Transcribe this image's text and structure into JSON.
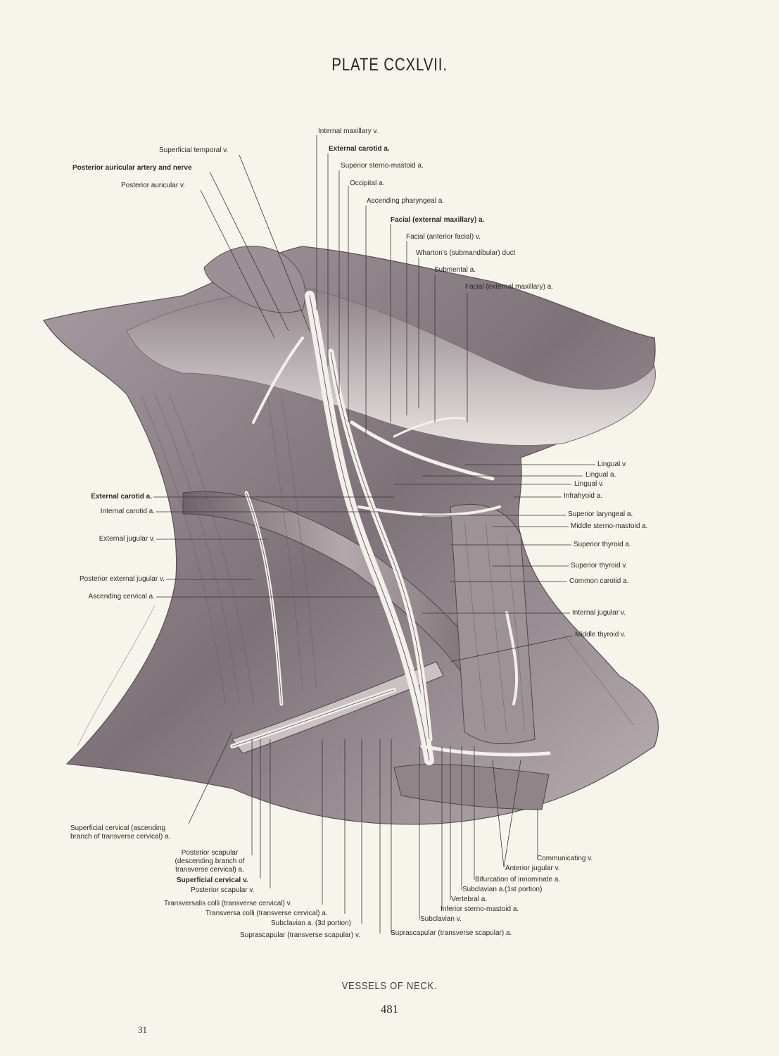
{
  "plate_title": "PLATE CCXLVII.",
  "caption": "VESSELS OF NECK.",
  "page_number": "481",
  "signature_mark": "31",
  "labels": {
    "internal_maxillary_v": "Internal maxillary v.",
    "external_carotid_a_top": "External carotid a.",
    "superficial_temporal_v": "Superficial temporal v.",
    "superior_sterno_mastoid_a": "Superior sterno-mastoid a.",
    "posterior_auricular_artery_nerve": "Posterior auricular artery and nerve",
    "occipital_a": "Occipital a.",
    "posterior_auricular_v": "Posterior auricular v.",
    "ascending_pharyngeal_a": "Ascending pharyngeal a.",
    "facial_external_maxillary_a_1": "Facial (external maxillary) a.",
    "facial_anterior_facial_v": "Facial (anterior facial) v.",
    "whartons_duct": "Wharton's (submandibular) duct",
    "submental_a": "Submental a.",
    "facial_external_maxillary_a_2": "Facial (external maxillary) a.",
    "lingual_v_1": "Lingual v.",
    "lingual_a": "Lingual a.",
    "lingual_v_2": "Lingual v.",
    "infrahyoid_a": "Infrahyoid a.",
    "superior_laryngeal_a": "Superior laryngeal a.",
    "middle_sterno_mastoid_a": "Middle sterno-mastoid a.",
    "superior_thyroid_a": "Superior thyroid a.",
    "superior_thyroid_v": "Superior thyroid v.",
    "common_carotid_a": "Common carotid a.",
    "internal_jugular_v": "Internal jugular v.",
    "middle_thyroid_v": "Middle thyroid v.",
    "external_carotid_a_left": "External carotid a.",
    "internal_carotid_a": "Internal carotid a.",
    "external_jugular_v": "External jugular v.",
    "posterior_external_jugular_v": "Posterior external jugular v.",
    "ascending_cervical_a": "Ascending cervical a.",
    "superficial_cervical_ascending_1": "Superficial cervical (ascending",
    "superficial_cervical_ascending_2": "branch of transverse cervical) a.",
    "posterior_scapular_1": "Posterior scapular",
    "posterior_scapular_2": "(descending branch of",
    "posterior_scapular_3": "transverse cervical) a.",
    "superficial_cervical_v": "Superficial cervical v.",
    "posterior_scapular_v": "Posterior scapular v.",
    "transversalis_colli": "Transversalis colli (transverse cervical) v.",
    "transversa_colli": "Transversa colli (transverse cervical) a.",
    "subclavian_a_3d": "Subclavian a. (3d portion)",
    "suprascapular_v": "Suprascapular (transverse scapular) v.",
    "suprascapular_a": "Suprascapular (transverse scapular) a.",
    "subclavian_v": "Subclavian v.",
    "inferior_sterno_mastoid_a": "Inferior sterno-mastoid a.",
    "vertebral_a": "Vertebral a.",
    "subclavian_a_1st": "Subclavian a.(1st portion)",
    "bifurcation_innominate": "Bifurcation of innominate a.",
    "anterior_jugular_v": "Anterior jugular v.",
    "communicating_v": "Communicating v."
  },
  "colors": {
    "paper": "#f7f4ec",
    "ink": "#2b2726",
    "muscle_shadow": "#8a7f84",
    "muscle_light": "#cfc7c8",
    "vessel": "#efeae6"
  }
}
